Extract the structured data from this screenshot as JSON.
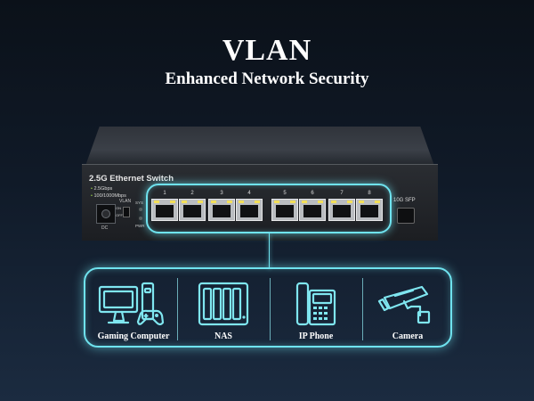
{
  "header": {
    "title": "VLAN",
    "subtitle": "Enhanced Network Security"
  },
  "device": {
    "label": "2.5G Ethernet Switch",
    "speeds": [
      "2.5Gbps",
      "100/1000Mbps"
    ],
    "dc_label": "DC",
    "vlan_label": "VLAN",
    "switch_on": "ON",
    "switch_off": "OFF",
    "led_sys": "SYS",
    "led_pwr": "PWR",
    "ports": [
      "1",
      "2",
      "3",
      "4",
      "5",
      "6",
      "7",
      "8"
    ],
    "sfp_label": "10G SFP"
  },
  "devices": [
    {
      "label": "Gaming Computer",
      "icon": "gaming-computer-icon"
    },
    {
      "label": "NAS",
      "icon": "nas-icon"
    },
    {
      "label": "IP Phone",
      "icon": "ip-phone-icon"
    },
    {
      "label": "Camera",
      "icon": "camera-icon"
    }
  ],
  "colors": {
    "accent": "#6fe3ef",
    "background_top": "#0b1119",
    "background_bottom": "#1b2b40"
  }
}
